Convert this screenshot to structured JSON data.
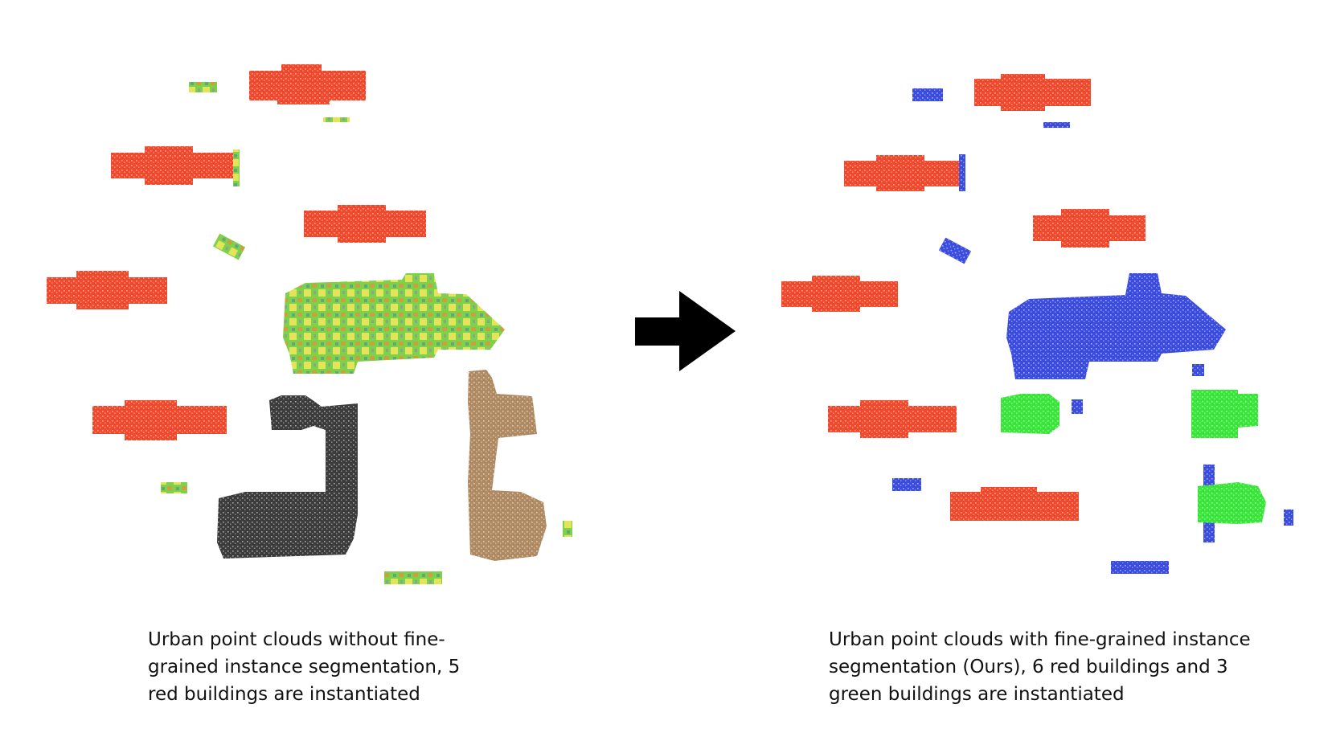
{
  "colors": {
    "red_building": "#f2492d",
    "green_building": "#39e63a",
    "blue_instance": "#3b4de0",
    "black_building": "#3c3c3c",
    "tan_building": "#b08a62",
    "mixed_green": "#7cd24a",
    "mixed_yellow": "#e4e35a",
    "arrow": "#000000"
  },
  "left_panel": {
    "caption_lines": [
      "Urban point clouds without fine-",
      "grained instance segmentation, 5",
      "red buildings are instantiated"
    ]
  },
  "right_panel": {
    "caption_lines": [
      "Urban point clouds with fine-grained instance",
      "segmentation (Ours), 6 red buildings and 3",
      "green buildings are instantiated"
    ]
  }
}
